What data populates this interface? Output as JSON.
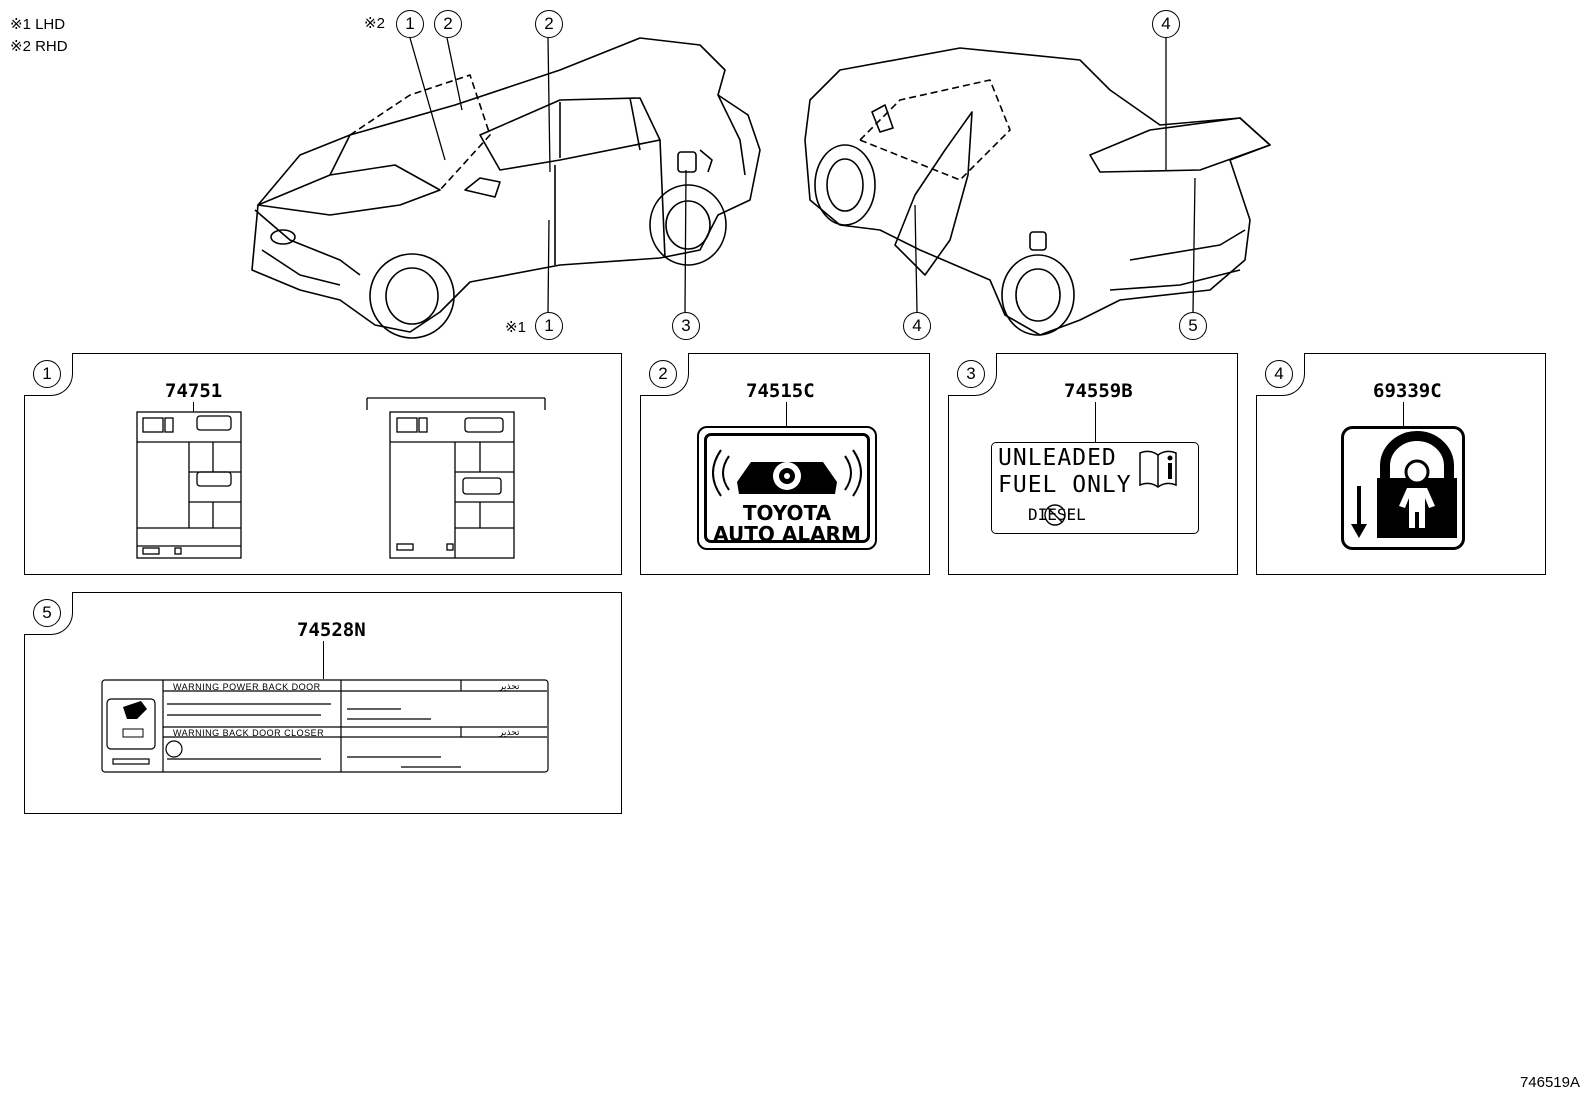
{
  "legend": [
    {
      "mark": "※1",
      "text": "LHD"
    },
    {
      "mark": "※2",
      "text": "RHD"
    }
  ],
  "callouts": {
    "front_top_1": {
      "num": "1",
      "note": "※2"
    },
    "front_top_2a": {
      "num": "2"
    },
    "front_top_2b": {
      "num": "2"
    },
    "front_bottom_1": {
      "num": "1",
      "note": "※1"
    },
    "front_bottom_3": {
      "num": "3"
    },
    "rear_top_4": {
      "num": "4"
    },
    "rear_bottom_4": {
      "num": "4"
    },
    "rear_bottom_5": {
      "num": "5"
    }
  },
  "panels": [
    {
      "num": "1",
      "part_number": "74751"
    },
    {
      "num": "2",
      "part_number": "74515C"
    },
    {
      "num": "3",
      "part_number": "74559B"
    },
    {
      "num": "4",
      "part_number": "69339C"
    },
    {
      "num": "5",
      "part_number": "74528N"
    }
  ],
  "alarm_label": {
    "line1": "TOYOTA",
    "line2": "AUTO ALARM"
  },
  "fuel_label": {
    "line1": "UNLEADED",
    "line2": "FUEL ONLY",
    "line3": "DIESEL"
  },
  "warning_label": {
    "header1": "WARNING POWER BACK DOOR",
    "header2": "WARNING BACK DOOR CLOSER",
    "arabic1": "تحذير",
    "arabic2": "تحذير"
  },
  "figure_id": "746519A"
}
